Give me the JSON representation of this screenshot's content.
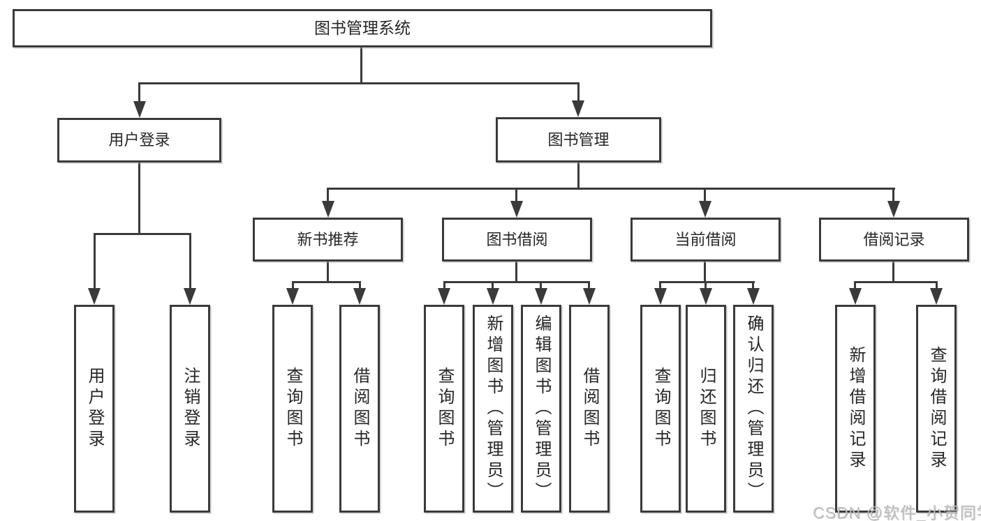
{
  "tree": {
    "root": "图书管理系统",
    "branches": [
      {
        "label": "用户登录",
        "children": [
          "用户登录",
          "注销登录"
        ]
      },
      {
        "label": "图书管理",
        "sections": [
          {
            "label": "新书推荐",
            "children": [
              "查询图书",
              "借阅图书"
            ]
          },
          {
            "label": "图书借阅",
            "children": [
              "查询图书",
              "新增图书（管理员）",
              "编辑图书（管理员）",
              "借阅图书"
            ]
          },
          {
            "label": "当前借阅",
            "children": [
              "查询图书",
              "归还图书",
              "确认归还（管理员）"
            ]
          },
          {
            "label": "借阅记录",
            "children": [
              "新增借阅记录",
              "查询借阅记录"
            ]
          }
        ]
      }
    ]
  },
  "watermark": {
    "text": "CSDN @软件_小贺同学"
  },
  "colors": {
    "line": "#3a3a3a",
    "text": "#262626",
    "background": "#ffffff",
    "watermark": "#c0c0c0"
  }
}
